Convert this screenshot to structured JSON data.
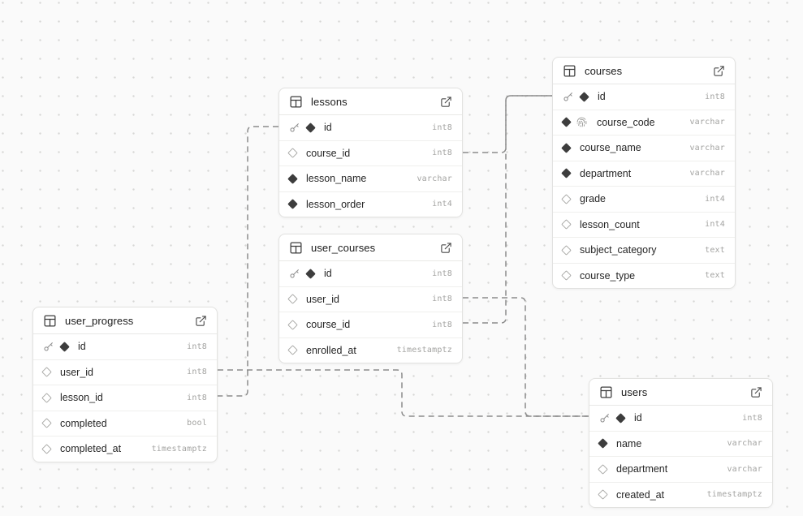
{
  "diagram": {
    "tables": [
      {
        "id": "lessons",
        "title": "lessons",
        "columns": [
          {
            "name": "id",
            "type": "int8",
            "pk": true,
            "notnull": true
          },
          {
            "name": "course_id",
            "type": "int8",
            "pk": false,
            "notnull": false
          },
          {
            "name": "lesson_name",
            "type": "varchar",
            "pk": false,
            "notnull": true
          },
          {
            "name": "lesson_order",
            "type": "int4",
            "pk": false,
            "notnull": true
          }
        ]
      },
      {
        "id": "user_courses",
        "title": "user_courses",
        "columns": [
          {
            "name": "id",
            "type": "int8",
            "pk": true,
            "notnull": true
          },
          {
            "name": "user_id",
            "type": "int8",
            "pk": false,
            "notnull": false
          },
          {
            "name": "course_id",
            "type": "int8",
            "pk": false,
            "notnull": false
          },
          {
            "name": "enrolled_at",
            "type": "timestamptz",
            "pk": false,
            "notnull": false
          }
        ]
      },
      {
        "id": "courses",
        "title": "courses",
        "columns": [
          {
            "name": "id",
            "type": "int8",
            "pk": true,
            "notnull": true
          },
          {
            "name": "course_code",
            "type": "varchar",
            "pk": false,
            "notnull": true,
            "unique": true
          },
          {
            "name": "course_name",
            "type": "varchar",
            "pk": false,
            "notnull": true
          },
          {
            "name": "department",
            "type": "varchar",
            "pk": false,
            "notnull": true
          },
          {
            "name": "grade",
            "type": "int4",
            "pk": false,
            "notnull": false
          },
          {
            "name": "lesson_count",
            "type": "int4",
            "pk": false,
            "notnull": false
          },
          {
            "name": "subject_category",
            "type": "text",
            "pk": false,
            "notnull": false
          },
          {
            "name": "course_type",
            "type": "text",
            "pk": false,
            "notnull": false
          }
        ]
      },
      {
        "id": "user_progress",
        "title": "user_progress",
        "columns": [
          {
            "name": "id",
            "type": "int8",
            "pk": true,
            "notnull": true
          },
          {
            "name": "user_id",
            "type": "int8",
            "pk": false,
            "notnull": false
          },
          {
            "name": "lesson_id",
            "type": "int8",
            "pk": false,
            "notnull": false
          },
          {
            "name": "completed",
            "type": "bool",
            "pk": false,
            "notnull": false
          },
          {
            "name": "completed_at",
            "type": "timestamptz",
            "pk": false,
            "notnull": false
          }
        ]
      },
      {
        "id": "users",
        "title": "users",
        "columns": [
          {
            "name": "id",
            "type": "int8",
            "pk": true,
            "notnull": true
          },
          {
            "name": "name",
            "type": "varchar",
            "pk": false,
            "notnull": true
          },
          {
            "name": "department",
            "type": "varchar",
            "pk": false,
            "notnull": false
          },
          {
            "name": "created_at",
            "type": "timestamptz",
            "pk": false,
            "notnull": false
          }
        ]
      }
    ],
    "relationships": [
      {
        "from": "lessons.course_id",
        "to": "courses.id"
      },
      {
        "from": "user_courses.course_id",
        "to": "courses.id"
      },
      {
        "from": "user_courses.user_id",
        "to": "users.id"
      },
      {
        "from": "user_progress.user_id",
        "to": "users.id"
      },
      {
        "from": "user_progress.lesson_id",
        "to": "lessons.id"
      }
    ],
    "colors": {
      "canvas_bg": "#fafafa",
      "dot": "#d7d7d5",
      "card_bg": "#ffffff",
      "card_border": "#e2e2e0",
      "row_divider": "#efefed",
      "title_text": "#1a1a1a",
      "field_text": "#262626",
      "type_text": "#a3a3a1",
      "key_icon": "#8f8f8f",
      "diamond_fill": "#3d3d3d",
      "edge": "#8b8b8b"
    }
  }
}
